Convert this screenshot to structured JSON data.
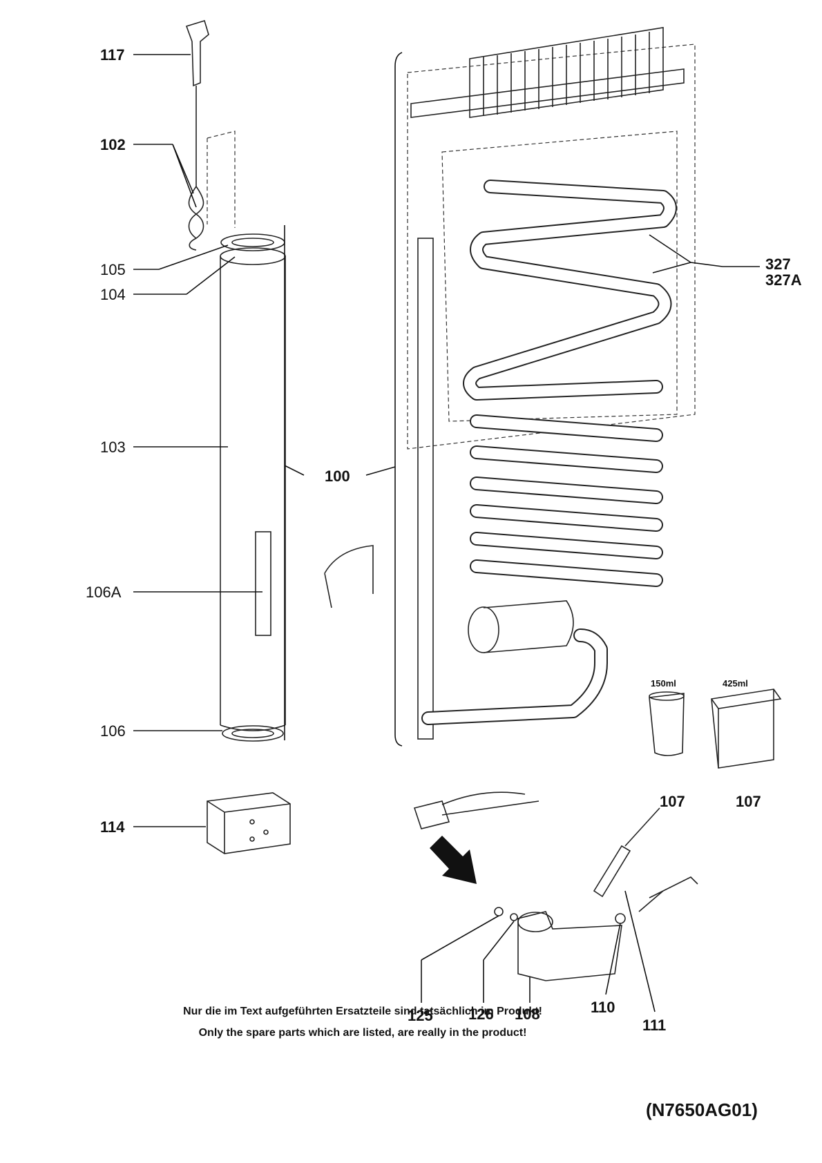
{
  "labels": {
    "l117": "117",
    "l102": "102",
    "l105": "105",
    "l104": "104",
    "l103": "103",
    "l100": "100",
    "l106A": "106A",
    "l106": "106",
    "l114": "114",
    "l327": "327",
    "l327A": "327A",
    "l107a": "107",
    "l107b": "107",
    "l125": "125",
    "l126": "126",
    "l108": "108",
    "l110": "110",
    "l111": "111"
  },
  "captions": {
    "small_container": "150ml",
    "large_container": "425ml"
  },
  "notes": {
    "german": "Nur die im Text aufgeführten Ersatzteile sind tatsächlich im Produkt!",
    "english": "Only the spare parts which are listed, are really in the product!"
  },
  "drawing_id": "(N7650AG01)"
}
